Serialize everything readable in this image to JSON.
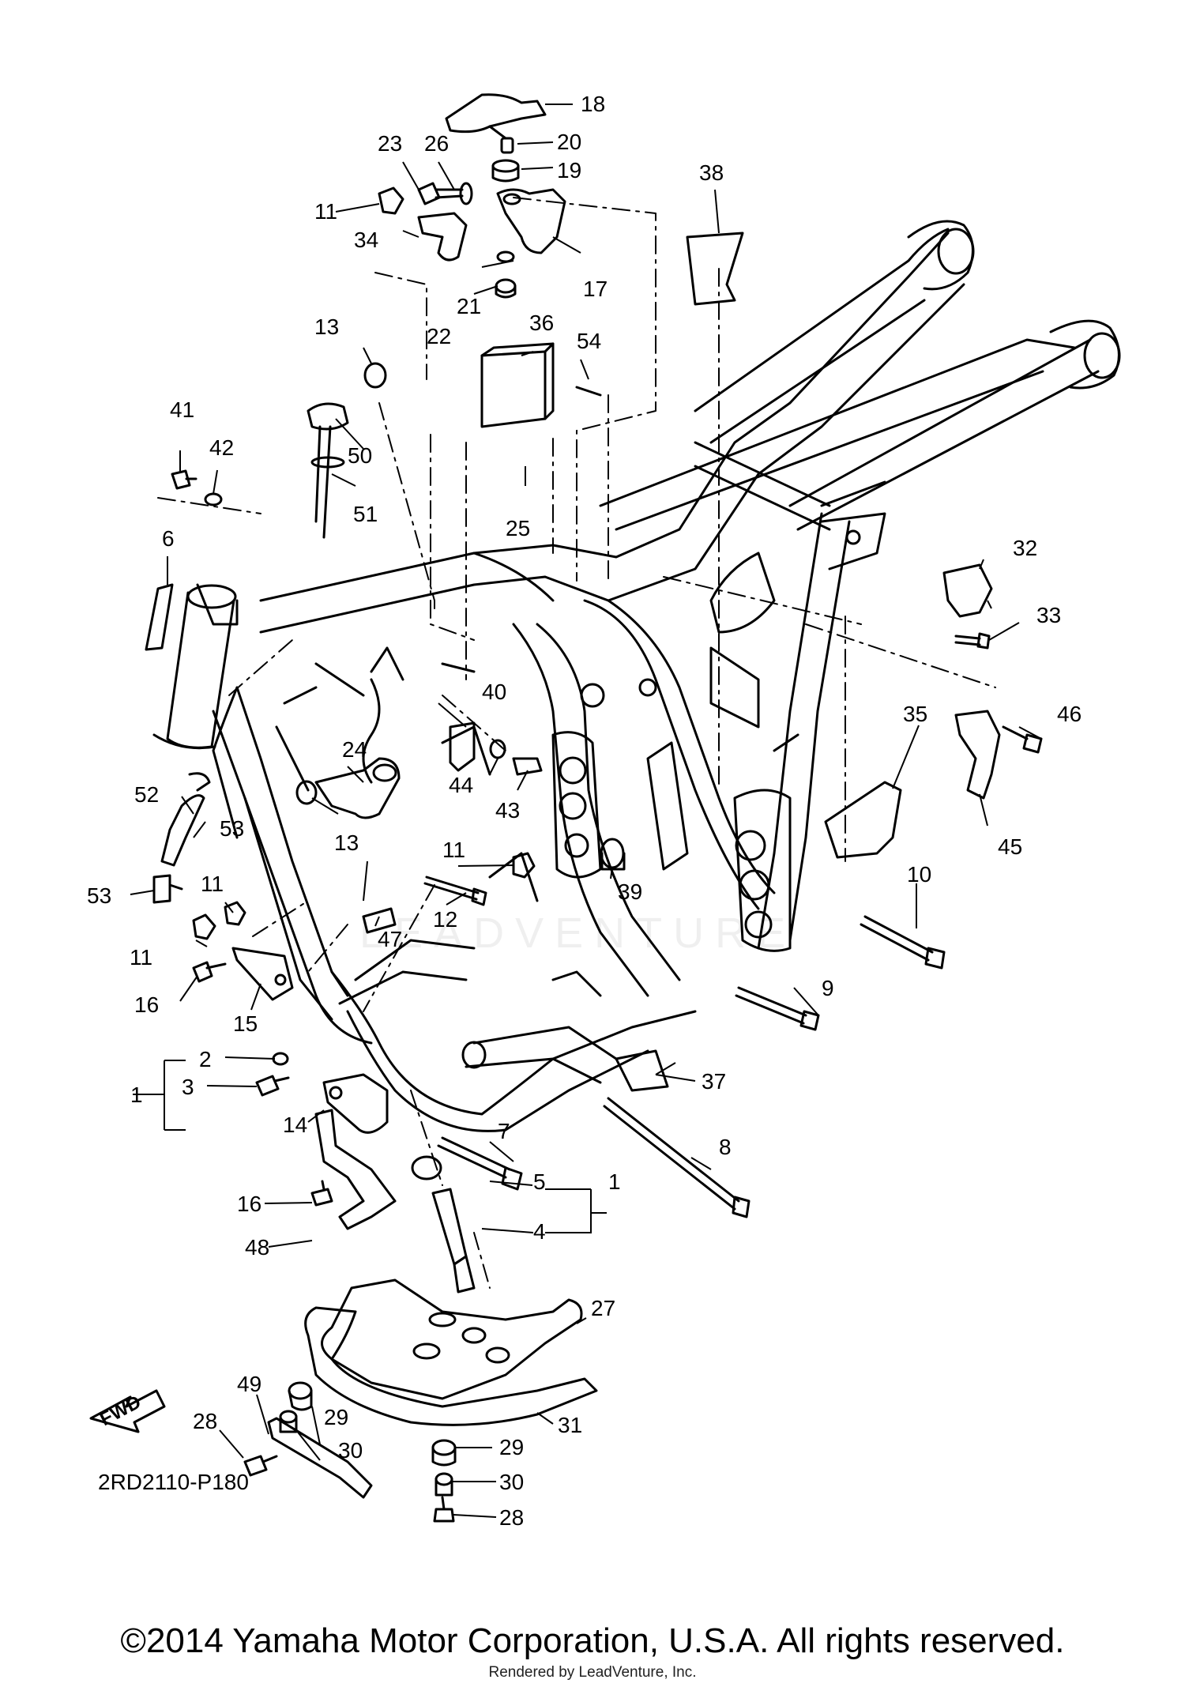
{
  "diagram": {
    "code": "2RD2110-P180",
    "fwd_label": "FWD",
    "watermark": "LEADVENTURE",
    "copyright": "©2014 Yamaha Motor Corporation, U.S.A. All rights reserved.",
    "rendered_by": "Rendered by LeadVenture, Inc.",
    "callouts": [
      "1",
      "2",
      "3",
      "4",
      "5",
      "6",
      "7",
      "8",
      "9",
      "10",
      "11",
      "12",
      "13",
      "14",
      "15",
      "16",
      "17",
      "18",
      "19",
      "20",
      "21",
      "22",
      "23",
      "24",
      "25",
      "26",
      "27",
      "28",
      "29",
      "30",
      "31",
      "32",
      "33",
      "34",
      "35",
      "36",
      "37",
      "38",
      "39",
      "40",
      "41",
      "42",
      "43",
      "44",
      "45",
      "46",
      "47",
      "48",
      "49",
      "50",
      "51",
      "52",
      "53",
      "54"
    ]
  }
}
